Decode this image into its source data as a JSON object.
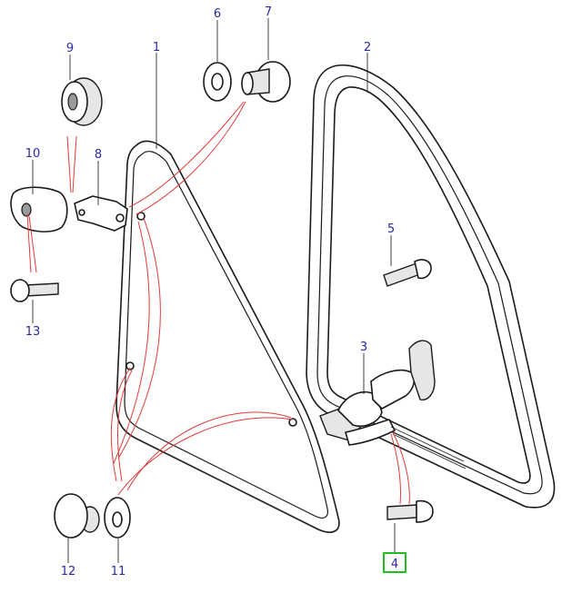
{
  "diagram": {
    "callouts": [
      {
        "id": "1",
        "label": "1"
      },
      {
        "id": "2",
        "label": "2"
      },
      {
        "id": "3",
        "label": "3"
      },
      {
        "id": "4",
        "label": "4",
        "highlighted": true
      },
      {
        "id": "5",
        "label": "5"
      },
      {
        "id": "6",
        "label": "6"
      },
      {
        "id": "7",
        "label": "7"
      },
      {
        "id": "8",
        "label": "8"
      },
      {
        "id": "9",
        "label": "9"
      },
      {
        "id": "10",
        "label": "10"
      },
      {
        "id": "11",
        "label": "11"
      },
      {
        "id": "12",
        "label": "12"
      },
      {
        "id": "13",
        "label": "13"
      }
    ],
    "colors": {
      "callout_text": "#2a2aa8",
      "guide_lines": "#e23a3a",
      "highlight": "#1fbf1f",
      "line_art": "#1a1a1a"
    }
  }
}
